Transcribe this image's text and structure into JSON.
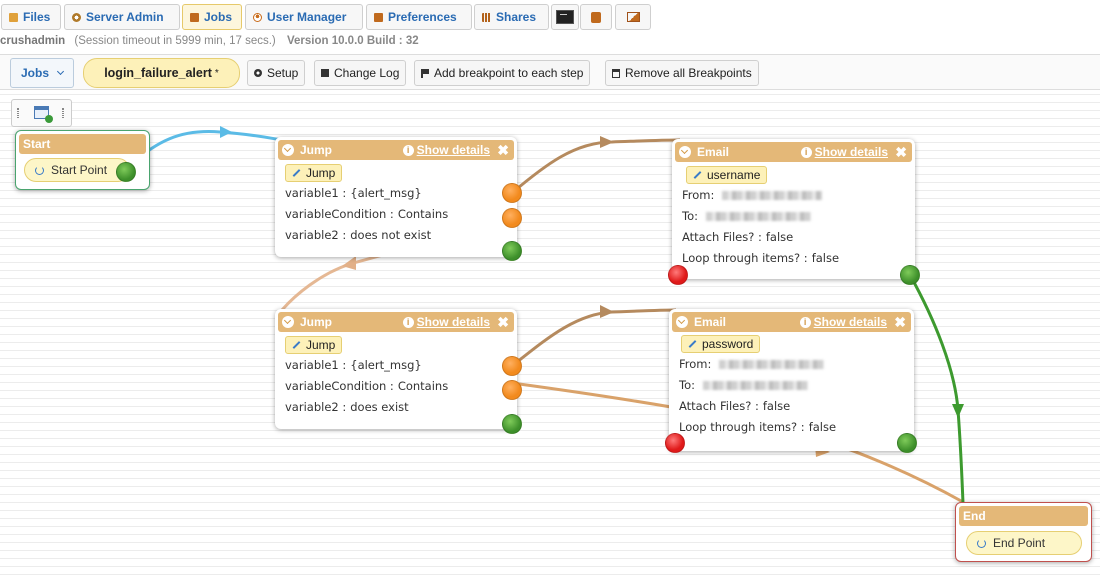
{
  "nav": {
    "tabs": [
      {
        "label": "Files",
        "icon": "folder-icon"
      },
      {
        "label": "Server Admin",
        "icon": "gear-icon"
      },
      {
        "label": "Jobs",
        "icon": "jobs-icon"
      },
      {
        "label": "User Manager",
        "icon": "user-icon"
      },
      {
        "label": "Preferences",
        "icon": "preferences-icon"
      },
      {
        "label": "Shares",
        "icon": "shares-icon"
      }
    ],
    "active_tab": "Jobs",
    "extra_buttons": [
      "terminal-icon",
      "lock-icon",
      "image-dropdown-icon"
    ]
  },
  "session": {
    "username": "crushadmin",
    "timeout": "(Session timeout in 5999 min, 17 secs.)",
    "version": "Version 10.0.0 Build : 32"
  },
  "toolbar": {
    "jobs_label": "Jobs",
    "job_name": "login_failure_alert",
    "modified_mark": "*",
    "setup_label": "Setup",
    "changelog_label": "Change Log",
    "add_breakpoint_label": "Add breakpoint to each step",
    "remove_breakpoints_label": "Remove all Breakpoints"
  },
  "colors": {
    "accent": "#2a6bb3",
    "node_header": "#e4b878",
    "start_wire": "#5bbbe6",
    "success_wire": "#3d9a2f",
    "jump_wire": "#b58a5e"
  },
  "nodes": {
    "start": {
      "title": "Start",
      "point_label": "Start Point"
    },
    "end": {
      "title": "End",
      "point_label": "End Point"
    },
    "jump1": {
      "title": "Jump",
      "details_label": "Show details",
      "pill": "Jump",
      "rows": [
        {
          "key": "variable1 :",
          "value": "{alert_msg}"
        },
        {
          "key": "variableCondition :",
          "value": "Contains"
        },
        {
          "key": "variable2 :",
          "value": "does not exist"
        }
      ]
    },
    "jump2": {
      "title": "Jump",
      "details_label": "Show details",
      "pill": "Jump",
      "rows": [
        {
          "key": "variable1 :",
          "value": "{alert_msg}"
        },
        {
          "key": "variableCondition :",
          "value": "Contains"
        },
        {
          "key": "variable2 :",
          "value": "does exist"
        }
      ]
    },
    "email1": {
      "title": "Email",
      "details_label": "Show details",
      "pill": "username",
      "from_label": "From:",
      "to_label": "To:",
      "attach_label": "Attach Files? :",
      "attach_value": "false",
      "loop_label": "Loop through items? :",
      "loop_value": "false"
    },
    "email2": {
      "title": "Email",
      "details_label": "Show details",
      "pill": "password",
      "from_label": "From:",
      "to_label": "To:",
      "attach_label": "Attach Files? :",
      "attach_value": "false",
      "loop_label": "Loop through items? :",
      "loop_value": "false"
    }
  }
}
